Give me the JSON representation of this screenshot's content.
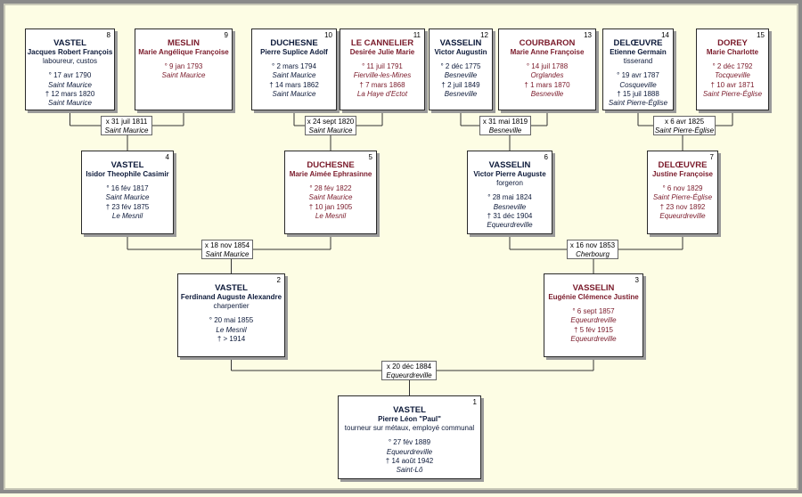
{
  "persons": [
    {
      "id": "p1",
      "num": "1",
      "sex": "male",
      "surname": "VASTEL",
      "given": "Pierre Léon \"Paul\"",
      "occupation": "tourneur sur métaux, employé communal",
      "birth_date": "° 27 fév 1889",
      "birth_place": "Equeurdreville",
      "death_date": "† 14 août 1942",
      "death_place": "Saint-Lô"
    },
    {
      "id": "p2",
      "num": "2",
      "sex": "male",
      "surname": "VASTEL",
      "given": "Ferdinand Auguste Alexandre",
      "occupation": "charpentier",
      "birth_date": "° 20 mai 1855",
      "birth_place": "Le Mesnil",
      "death_date": "† > 1914",
      "death_place": ""
    },
    {
      "id": "p3",
      "num": "3",
      "sex": "female",
      "surname": "VASSELIN",
      "given": "Eugénie Clémence Justine",
      "occupation": "",
      "birth_date": "° 6 sept 1857",
      "birth_place": "Equeurdreville",
      "death_date": "† 5 fév 1915",
      "death_place": "Equeurdreville"
    },
    {
      "id": "p4",
      "num": "4",
      "sex": "male",
      "surname": "VASTEL",
      "given": "Isidor Theophile Casimir",
      "occupation": "",
      "birth_date": "° 16 fév 1817",
      "birth_place": "Saint Maurice",
      "death_date": "† 23 fév 1875",
      "death_place": "Le Mesnil"
    },
    {
      "id": "p5",
      "num": "5",
      "sex": "female",
      "surname": "DUCHESNE",
      "given": "Marie Aimée Ephrasinne",
      "occupation": "",
      "birth_date": "° 28 fév 1822",
      "birth_place": "Saint Maurice",
      "death_date": "† 10 jan 1905",
      "death_place": "Le Mesnil"
    },
    {
      "id": "p6",
      "num": "6",
      "sex": "male",
      "surname": "VASSELIN",
      "given": "Victor Pierre Auguste",
      "occupation": "forgeron",
      "birth_date": "° 28 mai 1824",
      "birth_place": "Besneville",
      "death_date": "† 31 déc 1904",
      "death_place": "Equeurdreville"
    },
    {
      "id": "p7",
      "num": "7",
      "sex": "female",
      "surname": "DELŒUVRE",
      "given": "Justine Françoise",
      "occupation": "",
      "birth_date": "° 6 nov 1829",
      "birth_place": "Saint Pierre-Église",
      "death_date": "† 23 nov 1892",
      "death_place": "Equeurdreville"
    },
    {
      "id": "p8",
      "num": "8",
      "sex": "male",
      "surname": "VASTEL",
      "given": "Jacques Robert François",
      "occupation": "laboureur, custos",
      "birth_date": "° 17 avr 1790",
      "birth_place": "Saint Maurice",
      "death_date": "† 12 mars 1820",
      "death_place": "Saint Maurice"
    },
    {
      "id": "p9",
      "num": "9",
      "sex": "female",
      "surname": "MESLIN",
      "given": "Marie Angélique Françoise",
      "occupation": "",
      "birth_date": "° 9 jan 1793",
      "birth_place": "Saint Maurice",
      "death_date": "",
      "death_place": ""
    },
    {
      "id": "p10",
      "num": "10",
      "sex": "male",
      "surname": "DUCHESNE",
      "given": "Pierre Suplice Adolf",
      "occupation": "",
      "birth_date": "° 2 mars 1794",
      "birth_place": "Saint Maurice",
      "death_date": "† 14 mars 1862",
      "death_place": "Saint Maurice"
    },
    {
      "id": "p11",
      "num": "11",
      "sex": "female",
      "surname": "LE CANNELIER",
      "given": "Desirée Julie Marie",
      "occupation": "",
      "birth_date": "° 11 juil 1791",
      "birth_place": "Fierville-les-Mines",
      "death_date": "† 7 mars 1868",
      "death_place": "La Haye d'Ectot"
    },
    {
      "id": "p12",
      "num": "12",
      "sex": "male",
      "surname": "VASSELIN",
      "given": "Victor Augustin",
      "occupation": "",
      "birth_date": "° 2 déc 1775",
      "birth_place": "Besneville",
      "death_date": "† 2 juil 1849",
      "death_place": "Besneville"
    },
    {
      "id": "p13",
      "num": "13",
      "sex": "female",
      "surname": "COURBARON",
      "given": "Marie Anne Françoise",
      "occupation": "",
      "birth_date": "° 14 juil 1788",
      "birth_place": "Orglandes",
      "death_date": "† 1 mars 1870",
      "death_place": "Besneville"
    },
    {
      "id": "p14",
      "num": "14",
      "sex": "male",
      "surname": "DELŒUVRE",
      "given": "Etienne Germain",
      "occupation": "tisserand",
      "birth_date": "° 19 avr 1787",
      "birth_place": "Cosqueville",
      "death_date": "† 15 juil 1888",
      "death_place": "Saint Pierre-Église"
    },
    {
      "id": "p15",
      "num": "15",
      "sex": "female",
      "surname": "DOREY",
      "given": "Marie Charlotte",
      "occupation": "",
      "birth_date": "° 2 déc 1792",
      "birth_place": "Tocqueville",
      "death_date": "† 10 avr 1871",
      "death_place": "Saint Pierre-Église"
    }
  ],
  "marriages": [
    {
      "id": "m1",
      "date": "x 20 déc 1884",
      "place": "Equeurdreville"
    },
    {
      "id": "m2",
      "date": "x 18 nov 1854",
      "place": "Saint Maurice"
    },
    {
      "id": "m3",
      "date": "x 16 nov 1853",
      "place": "Cherbourg"
    },
    {
      "id": "m4",
      "date": "x 31 juil 1811",
      "place": "Saint Maurice"
    },
    {
      "id": "m5",
      "date": "x 24 sept 1820",
      "place": "Saint Maurice"
    },
    {
      "id": "m6",
      "date": "x 31 mai 1819",
      "place": "Besneville"
    },
    {
      "id": "m7",
      "date": "x 6 avr 1825",
      "place": "Saint Pierre-Église"
    }
  ]
}
